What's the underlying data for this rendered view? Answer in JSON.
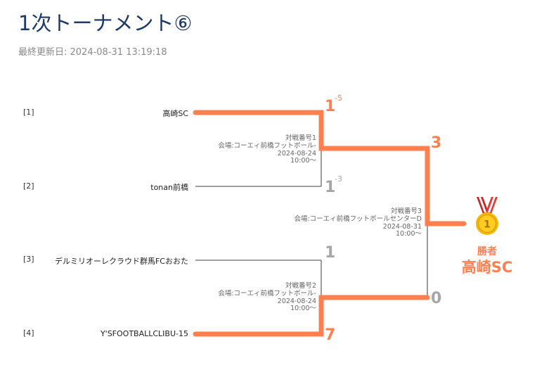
{
  "header": {
    "title": "1次トーナメント⑥",
    "updated": "最終更新日: 2024-08-31 13:19:18"
  },
  "teams": [
    {
      "seed": "[1]",
      "name": "高崎SC"
    },
    {
      "seed": "[2]",
      "name": "tonan前橋"
    },
    {
      "seed": "[3]",
      "name": "デルミリオーレクラウド群馬FCおおた"
    },
    {
      "seed": "[4]",
      "name": "Y'SFOOTBALLCLIBU-15"
    }
  ],
  "matches": [
    {
      "number": "対戦番号1",
      "venue": "会場:コーエィ前橋フットボール-",
      "date": "2024-08-24",
      "time": "10:00〜",
      "score_top": "1",
      "pk_top": "-5",
      "score_bottom": "1",
      "pk_bottom": "-3"
    },
    {
      "number": "対戦番号2",
      "venue": "会場:コーエィ前橋フットボール-",
      "date": "2024-08-24",
      "time": "10:00〜",
      "score_top": "1",
      "score_bottom": "7"
    },
    {
      "number": "対戦番号3",
      "venue": "会場:コーエィ前橋フットボールセンターD",
      "date": "2024-08-31",
      "time": "10:00〜",
      "score_top": "3",
      "score_bottom": "0"
    }
  ],
  "winner": {
    "label": "勝者",
    "name": "高崎SC",
    "medal_number": "1"
  },
  "colors": {
    "winner_line": "#ff7f4f",
    "loser_line": "#666666",
    "title": "#1e3a66"
  }
}
